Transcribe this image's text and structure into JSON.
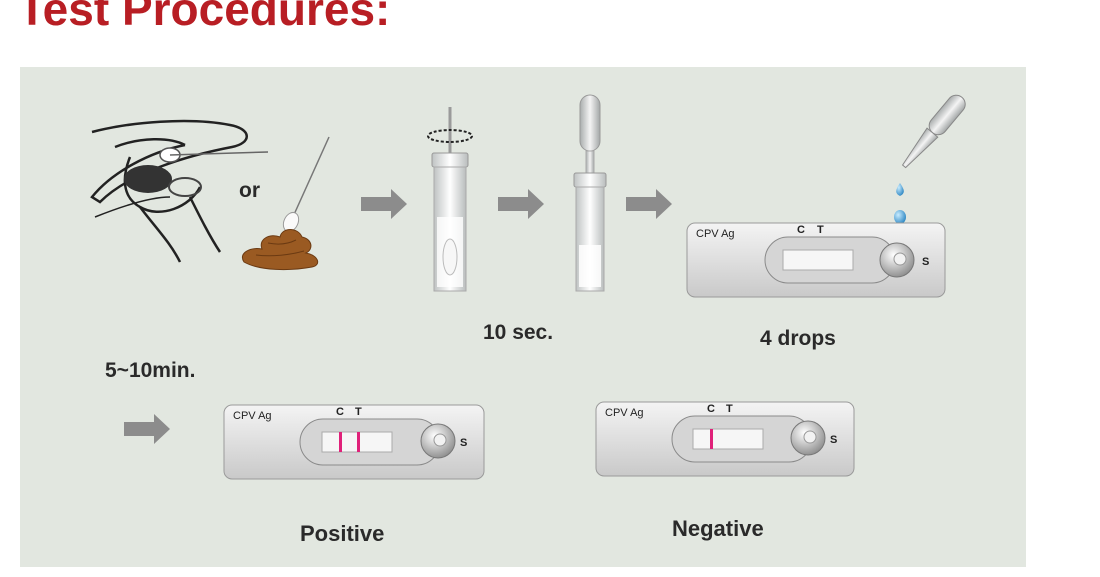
{
  "page_title": "Test Procedures:",
  "colors": {
    "title": "#b81e24",
    "panel": "#e2e7e0",
    "arrow": "#8c8c8c",
    "feces": "#9a5a22",
    "drops": "#4aa3d8",
    "test_line": "#e0217a"
  },
  "steps": {
    "or_label": "or",
    "mix_time_label": "10 sec.",
    "drops_label": "4 drops",
    "wait_label": "5~10min."
  },
  "cassette": {
    "name": "CPV Ag",
    "control_letter": "C",
    "test_letter": "T",
    "sample_letter": "S"
  },
  "results": {
    "positive_label": "Positive",
    "negative_label": "Negative"
  },
  "icons": [
    "dog-rectal-swab-icon",
    "swab-icon",
    "feces-icon",
    "tube-stir-icon",
    "dropper-tube-icon",
    "dropper-icon",
    "drops-icon",
    "arrow-right-icon"
  ]
}
